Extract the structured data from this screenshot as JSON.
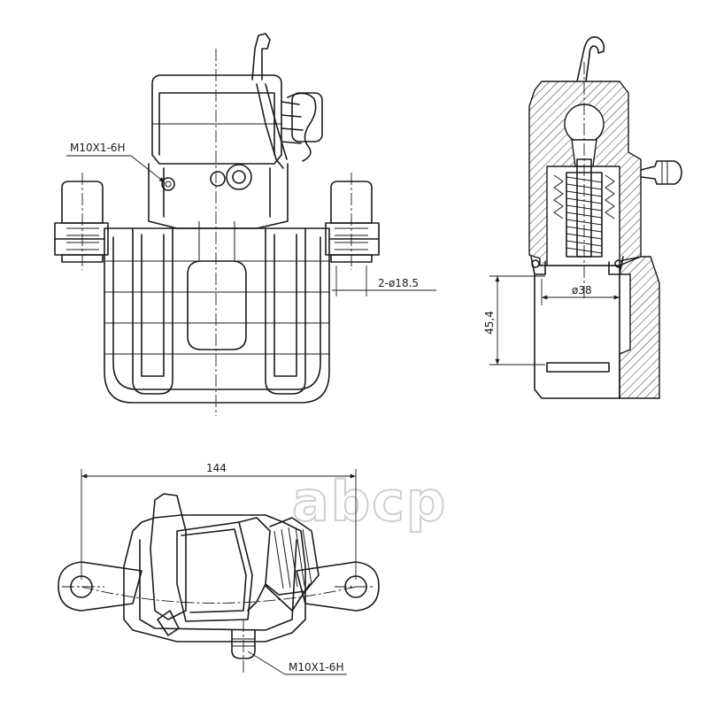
{
  "labels": {
    "thread_top": "M10X1-6H",
    "thread_bottom": "M10X1-6H",
    "mount_holes": "2-ø18.5",
    "piston_diameter": "ø38",
    "height": "45,4",
    "width": "144"
  },
  "watermark": "abcp",
  "colors": {
    "line": "#1a1a1a",
    "watermark": "#cfcfcf",
    "background": "#ffffff"
  }
}
